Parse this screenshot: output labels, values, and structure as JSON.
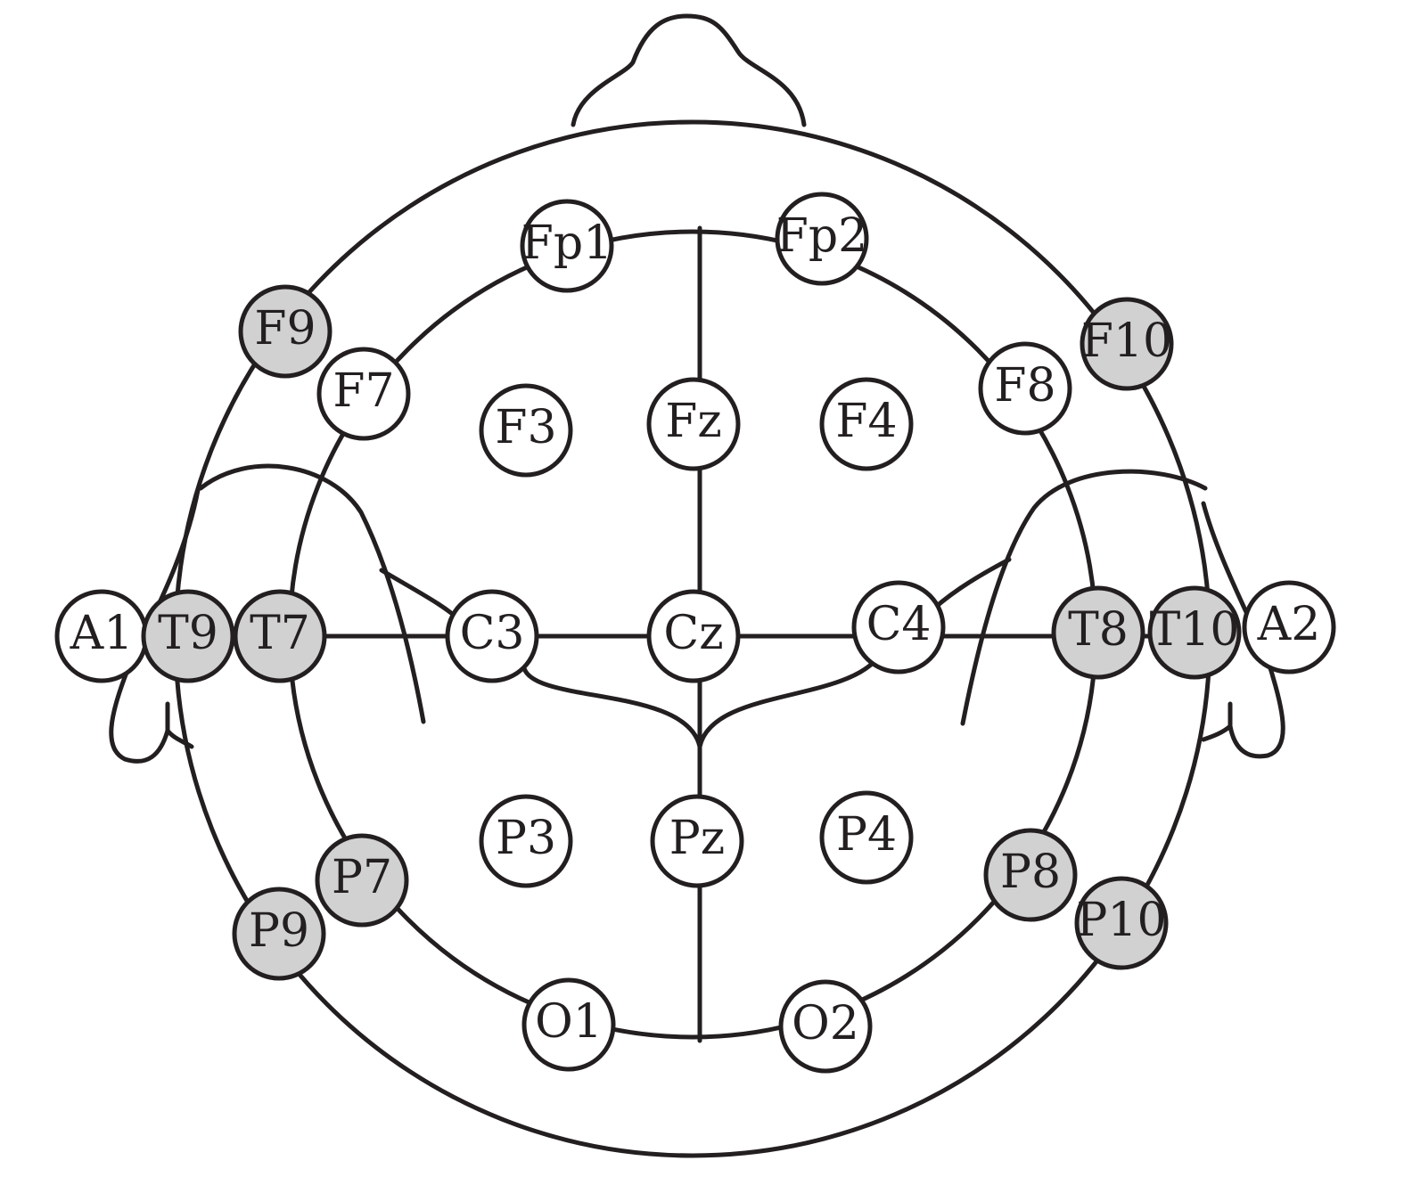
{
  "colors": {
    "line": "#231f20",
    "background": "#ffffff",
    "standard_fill": "#ffffff",
    "highlight_fill": "#d1d1d1"
  },
  "electrodes": [
    {
      "id": "fp1",
      "label": "Fp1",
      "highlighted": false
    },
    {
      "id": "fp2",
      "label": "Fp2",
      "highlighted": false
    },
    {
      "id": "f9",
      "label": "F9",
      "highlighted": true
    },
    {
      "id": "f7",
      "label": "F7",
      "highlighted": false
    },
    {
      "id": "f3",
      "label": "F3",
      "highlighted": false
    },
    {
      "id": "fz",
      "label": "Fz",
      "highlighted": false
    },
    {
      "id": "f4",
      "label": "F4",
      "highlighted": false
    },
    {
      "id": "f8",
      "label": "F8",
      "highlighted": false
    },
    {
      "id": "f10",
      "label": "F10",
      "highlighted": true
    },
    {
      "id": "a1",
      "label": "A1",
      "highlighted": false
    },
    {
      "id": "t9",
      "label": "T9",
      "highlighted": true
    },
    {
      "id": "t7",
      "label": "T7",
      "highlighted": true
    },
    {
      "id": "c3",
      "label": "C3",
      "highlighted": false
    },
    {
      "id": "cz",
      "label": "Cz",
      "highlighted": false
    },
    {
      "id": "c4",
      "label": "C4",
      "highlighted": false
    },
    {
      "id": "t8",
      "label": "T8",
      "highlighted": true
    },
    {
      "id": "t10",
      "label": "T10",
      "highlighted": true
    },
    {
      "id": "a2",
      "label": "A2",
      "highlighted": false
    },
    {
      "id": "p3",
      "label": "P3",
      "highlighted": false
    },
    {
      "id": "pz",
      "label": "Pz",
      "highlighted": false
    },
    {
      "id": "p4",
      "label": "P4",
      "highlighted": false
    },
    {
      "id": "p7",
      "label": "P7",
      "highlighted": true
    },
    {
      "id": "p8",
      "label": "P8",
      "highlighted": true
    },
    {
      "id": "p9",
      "label": "P9",
      "highlighted": true
    },
    {
      "id": "p10",
      "label": "P10",
      "highlighted": true
    },
    {
      "id": "o1",
      "label": "O1",
      "highlighted": false
    },
    {
      "id": "o2",
      "label": "O2",
      "highlighted": false
    }
  ]
}
